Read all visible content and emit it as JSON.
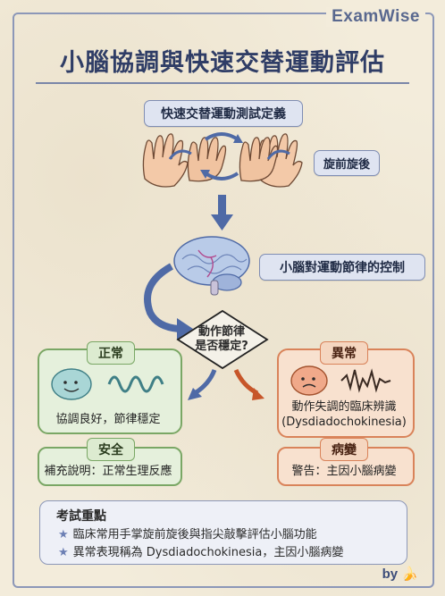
{
  "brand": "ExamWise",
  "title": "小腦協調與快速交替運動評估",
  "definition_label": "快速交替運動測試定義",
  "rotation_label": "旋前旋後",
  "control_label": "小腦對運動節律的控制",
  "decision": {
    "line1": "動作節律",
    "line2": "是否穩定?"
  },
  "normal": {
    "tag": "正常",
    "text": "協調良好，節律穩定"
  },
  "abnormal": {
    "tag": "異常",
    "text1": "動作失調的臨床辨識",
    "text2": "(Dysdiadochokinesia)"
  },
  "safe": {
    "tag": "安全",
    "text": "補充說明：正常生理反應"
  },
  "disease": {
    "tag": "病變",
    "text": "警告：主因小腦病變"
  },
  "exam": {
    "title": "考試重點",
    "items": [
      "臨床常用手掌旋前旋後與指尖敲擊評估小腦功能",
      "異常表現稱為 Dysdiadochokinesia，主因小腦病變"
    ]
  },
  "footer": "by",
  "colors": {
    "accent": "#2f3d66",
    "normal_green": "#7aa765",
    "abnormal_orange": "#d9835a",
    "arrow_blue": "#4f6aa6"
  }
}
